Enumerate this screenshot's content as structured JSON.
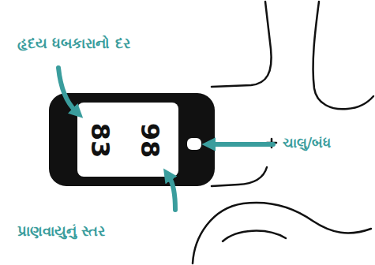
{
  "diagram": {
    "labels": [
      "હૃદય ધબકારાનો દર",
      "83",
      "98",
      "ચાલુ/બંધ",
      "પ્રાણવાયુનું સ્તર"
    ]
  }
}
